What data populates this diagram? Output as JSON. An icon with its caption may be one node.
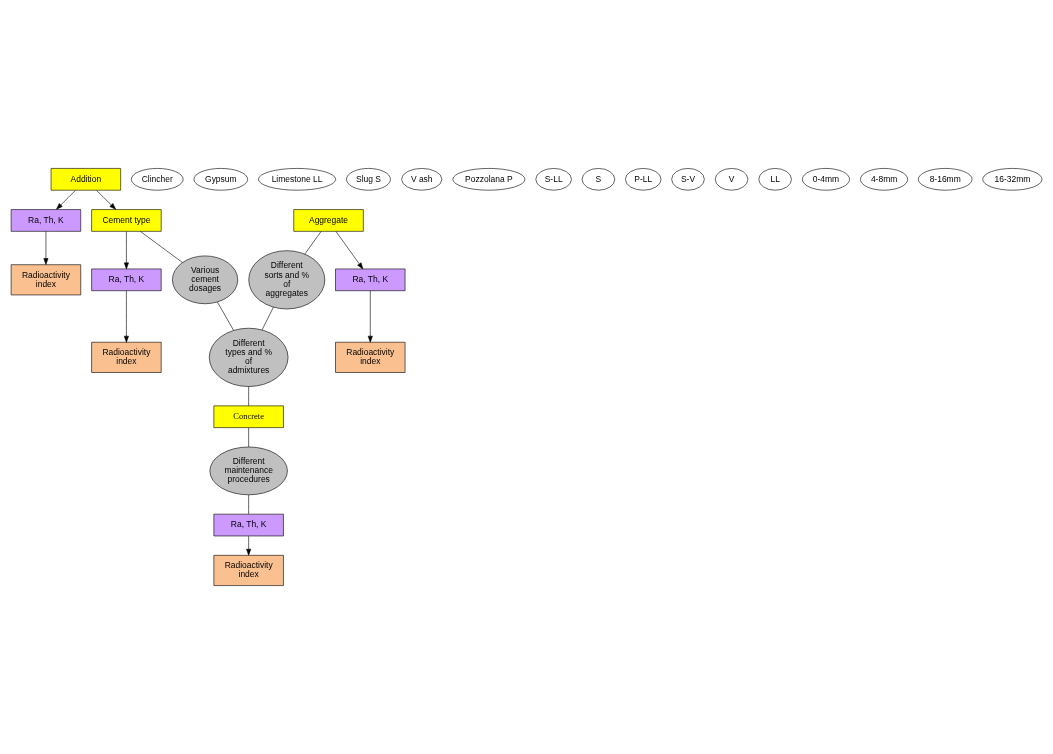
{
  "diagram": {
    "nodes": [
      {
        "text": [
          "Radioactivity index"
        ]
      },
      {
        "text": [
          "Ra, Th, K"
        ]
      },
      {
        "text": [
          "Addition"
        ]
      },
      {
        "text": [
          "Clincher"
        ]
      },
      {
        "text": [
          "Gypsum"
        ]
      },
      {
        "text": [
          "Limestone LL"
        ]
      },
      {
        "text": [
          "Slug S"
        ]
      },
      {
        "text": [
          "V ash"
        ]
      },
      {
        "text": [
          "Pozzolana P"
        ]
      },
      {
        "text": [
          "Radioactivity index"
        ]
      },
      {
        "text": [
          "Ra, Th, K"
        ]
      },
      {
        "text": [
          "Cement type"
        ]
      },
      {
        "text": [
          "S-LL"
        ]
      },
      {
        "text": [
          "S"
        ]
      },
      {
        "text": [
          "P-LL"
        ]
      },
      {
        "text": [
          "S-V"
        ]
      },
      {
        "text": [
          "V"
        ]
      },
      {
        "text": [
          "LL"
        ]
      },
      {
        "text": [
          "Various cement dosages"
        ]
      },
      {
        "text": [
          "Radioactivity index"
        ]
      },
      {
        "text": [
          "Ra, Th, K"
        ]
      },
      {
        "text": [
          "Different maintenance procedures"
        ]
      },
      {
        "text": [
          "Different types and % of admixtures"
        ]
      },
      {
        "text": [
          "Concrete"
        ]
      },
      {
        "text": [
          "Aggregate"
        ]
      },
      {
        "text": [
          "0-4mm"
        ]
      },
      {
        "text": [
          "4-8mm"
        ]
      },
      {
        "text": [
          "8-16mm"
        ]
      },
      {
        "text": [
          "16-32mm"
        ]
      },
      {
        "text": [
          "Different sorts and % of aggregates"
        ]
      },
      {
        "text": [
          "Ra, Th, K"
        ]
      },
      {
        "text": [
          "Radioactivity index"
        ]
      }
    ],
    "edges": [
      {
        "from": 2,
        "to": 1,
        "arrow": "to"
      },
      {
        "from": 1,
        "to": 0,
        "arrow": "to"
      },
      {
        "from": 2,
        "to": 11,
        "arrow": "to"
      },
      {
        "from": 11,
        "to": 10,
        "arrow": "to"
      },
      {
        "from": 10,
        "to": 9,
        "arrow": "to"
      },
      {
        "from": 11,
        "to": 18,
        "arrow": "none"
      },
      {
        "from": 18,
        "to": 22,
        "arrow": "none"
      },
      {
        "from": 22,
        "to": 23,
        "arrow": "none"
      },
      {
        "from": 23,
        "to": 21,
        "arrow": "none"
      },
      {
        "from": 21,
        "to": 20,
        "arrow": "none"
      },
      {
        "from": 20,
        "to": 19,
        "arrow": "to"
      },
      {
        "from": 24,
        "to": 29,
        "arrow": "none"
      },
      {
        "from": 29,
        "to": 22,
        "arrow": "none"
      },
      {
        "from": 24,
        "to": 30,
        "arrow": "to"
      },
      {
        "from": 30,
        "to": 31,
        "arrow": "to"
      }
    ]
  }
}
